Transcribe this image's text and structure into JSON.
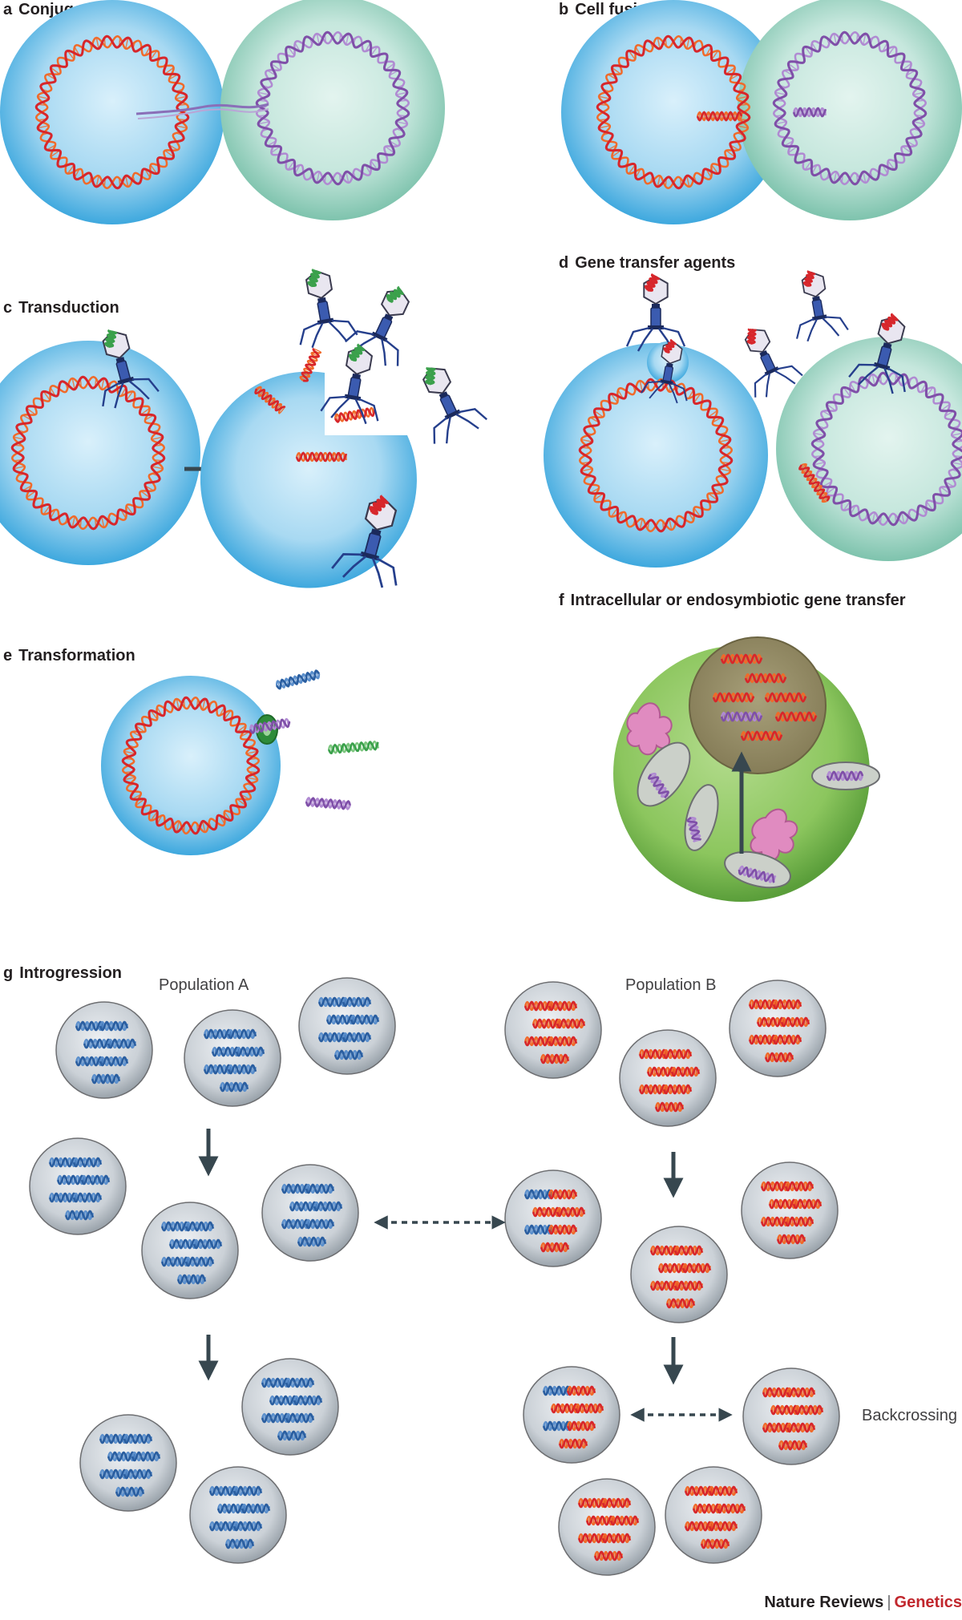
{
  "panels": [
    {
      "letter": "a",
      "title": "Conjugation"
    },
    {
      "letter": "b",
      "title": "Cell fusion"
    },
    {
      "letter": "c",
      "title": "Transduction"
    },
    {
      "letter": "d",
      "title": "Gene transfer agents"
    },
    {
      "letter": "e",
      "title": "Transformation"
    },
    {
      "letter": "f",
      "title": "Intracellular or endosymbiotic gene transfer"
    },
    {
      "letter": "g",
      "title": "Introgression"
    }
  ],
  "introgression": {
    "population_a": "Population A",
    "population_b": "Population B",
    "backcrossing": "Backcrossing"
  },
  "footer": {
    "journal": "Nature Reviews",
    "separator": "|",
    "section": "Genetics"
  },
  "colors": {
    "cell_blue": "#5cb8e6",
    "cell_green": "#9fd3c2",
    "eukaryote_green": "#6cb548",
    "dna_red": "#d7262b",
    "dna_purple": "#7f4fa8",
    "dna_blue": "#2a5ea0",
    "dna_green": "#3aa04b",
    "phage": "#253f8c",
    "arrow": "#37474f",
    "population_cell": "#bfc6cc",
    "brand_red": "#c1272d"
  }
}
